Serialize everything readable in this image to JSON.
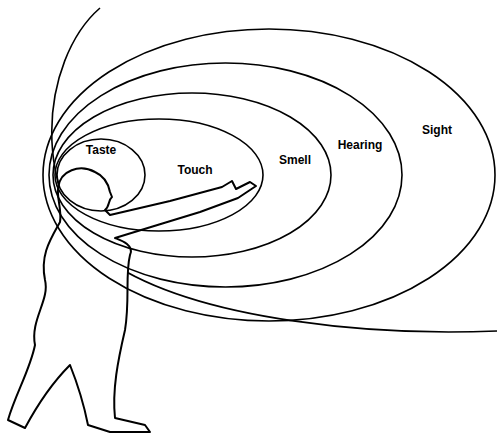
{
  "diagram": {
    "nodes": [
      {
        "text": [
          "Sight"
        ]
      },
      {
        "text": [
          "Hearing"
        ],
        "in": 0
      },
      {
        "text": [
          "Smell"
        ],
        "in": 1
      },
      {
        "text": [
          "Touch"
        ],
        "in": 2
      },
      {
        "text": [
          "Taste"
        ],
        "in": 3
      }
    ]
  }
}
